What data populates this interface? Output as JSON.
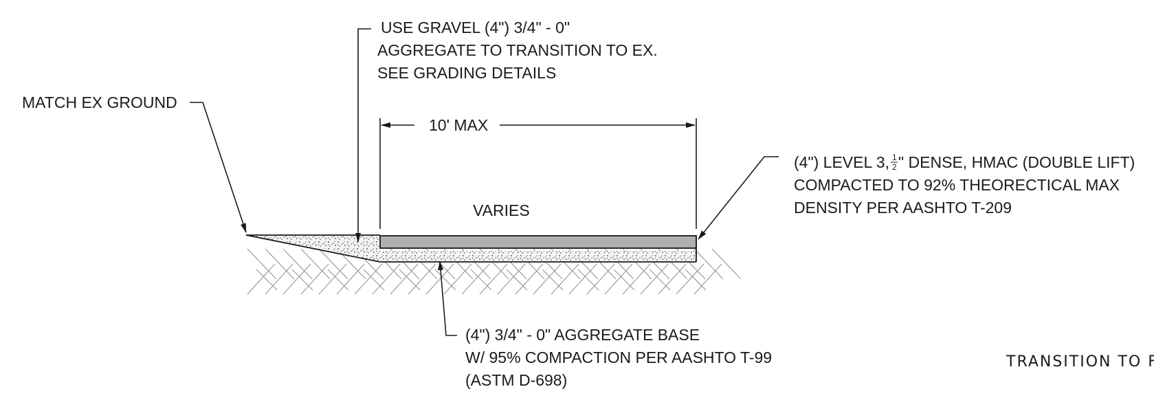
{
  "notes": {
    "gravel": {
      "line1": "USE GRAVEL (4\") 3/4\" - 0\"",
      "line2": "AGGREGATE TO TRANSITION TO EX.",
      "line3": "SEE GRADING DETAILS"
    },
    "match_ground": "MATCH EX GROUND",
    "dimension": "10' MAX",
    "varies": "VARIES",
    "hmac": {
      "line1_a": "(4\") LEVEL 3, ",
      "frac_num": "1",
      "frac_den": "2",
      "line1_b": "\" DENSE, HMAC (DOUBLE LIFT)",
      "line2": "COMPACTED TO 92% THEORECTICAL MAX",
      "line3": "DENSITY PER AASHTO T-209"
    },
    "base": {
      "line1": "(4\") 3/4\" - 0\" AGGREGATE BASE",
      "line2": "W/ 95% COMPACTION PER AASHTO T-99",
      "line3": "(ASTM D-698)"
    }
  },
  "title": "TRANSITION TO F",
  "colors": {
    "ink": "#1a1a1a",
    "asphalt": "#b0b0b0",
    "aggregate": "#f4f4f4",
    "hatch": "#9a9a9a"
  }
}
